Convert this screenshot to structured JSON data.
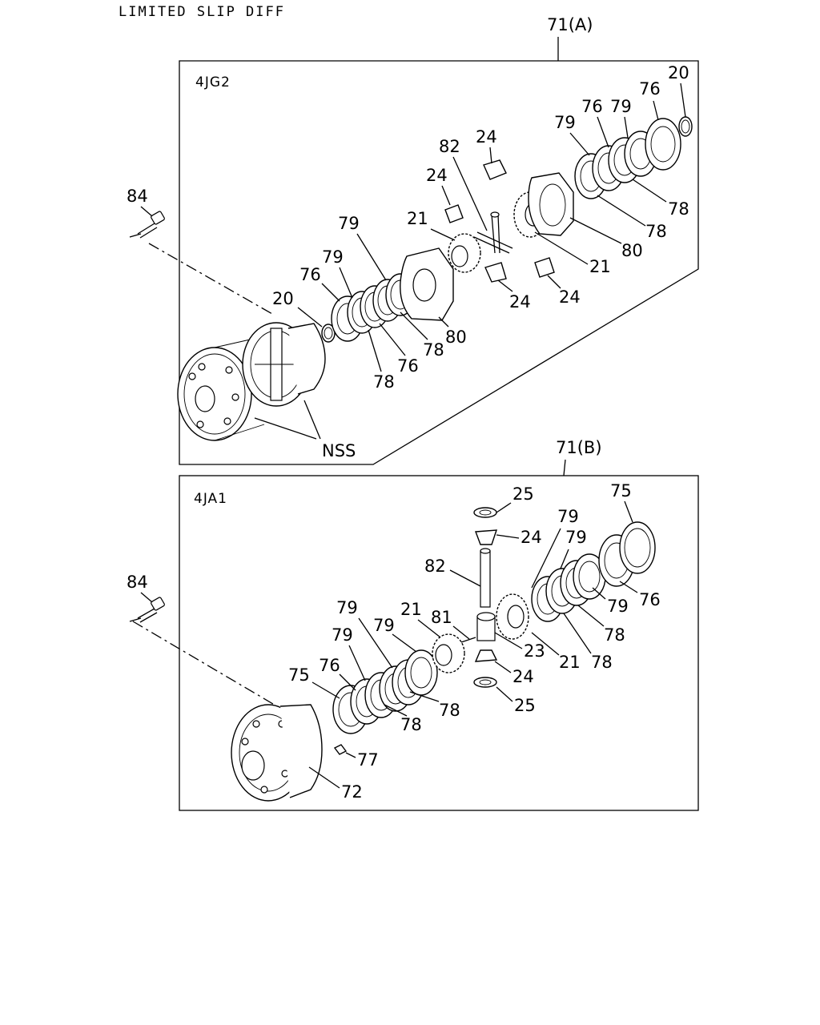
{
  "title": "LIMITED SLIP DIFF",
  "sections": [
    {
      "ref": "71(A)",
      "model": "4JG2",
      "note": "NSS"
    },
    {
      "ref": "71(B)",
      "model": "4JA1"
    }
  ],
  "callouts_a": [
    "84",
    "20",
    "76",
    "79",
    "79",
    "78",
    "76",
    "78",
    "80",
    "21",
    "24",
    "82",
    "24",
    "21",
    "80",
    "78",
    "78",
    "79",
    "76",
    "79",
    "76",
    "20",
    "24",
    "24"
  ],
  "callouts_b": [
    "84",
    "75",
    "76",
    "79",
    "79",
    "79",
    "78",
    "78",
    "21",
    "81",
    "23",
    "82",
    "25",
    "24",
    "24",
    "25",
    "21",
    "78",
    "78",
    "79",
    "79",
    "79",
    "75",
    "76",
    "77",
    "72"
  ]
}
